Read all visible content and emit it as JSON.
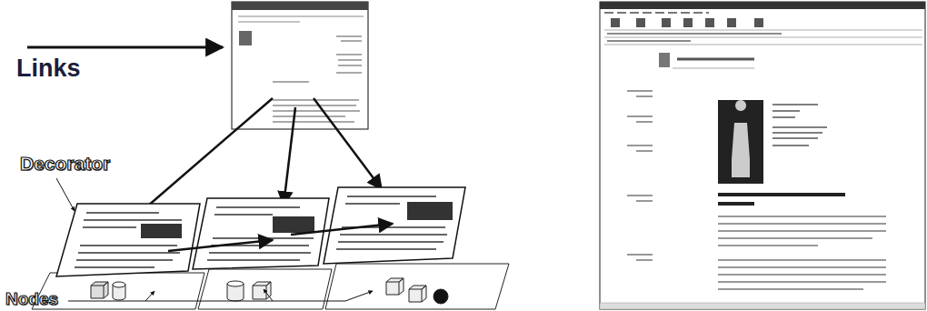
{
  "diagram": {
    "labels": [
      "Links",
      "Decorator",
      "Nodes"
    ]
  }
}
